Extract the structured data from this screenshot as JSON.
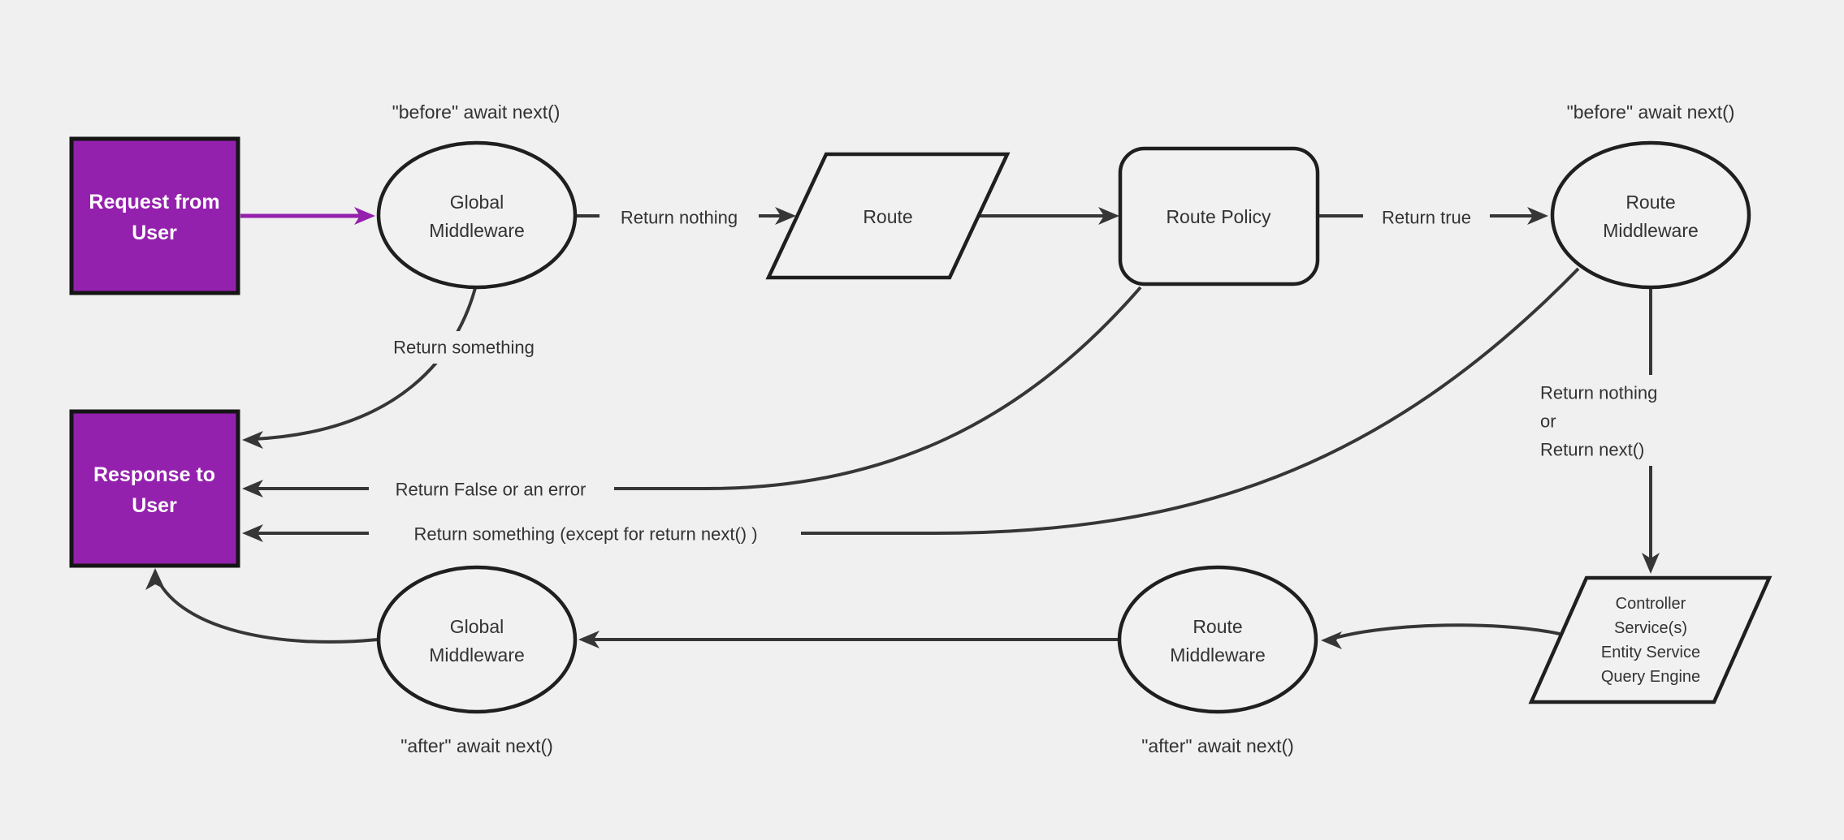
{
  "colors": {
    "background": "#f0f0f0",
    "node_fill": "#f1f1f1",
    "node_border": "#1f1f1f",
    "edge": "#363636",
    "text": "#333333",
    "accent_purple": "#9421ad",
    "node_text_light": "#ffffff"
  },
  "nodes": {
    "request": {
      "lines": [
        "Request from",
        "User"
      ]
    },
    "global_middleware_top": {
      "lines": [
        "Global",
        "Middleware"
      ]
    },
    "route": {
      "label": "Route"
    },
    "route_policy": {
      "label": "Route Policy"
    },
    "route_middleware_top": {
      "lines": [
        "Route",
        "Middleware"
      ]
    },
    "controller": {
      "lines": [
        "Controller",
        "Service(s)",
        "Entity Service",
        "Query Engine"
      ]
    },
    "route_middleware_bottom": {
      "lines": [
        "Route",
        "Middleware"
      ]
    },
    "global_middleware_bottom": {
      "lines": [
        "Global",
        "Middleware"
      ]
    },
    "response": {
      "lines": [
        "Response to",
        "User"
      ]
    }
  },
  "annotations": {
    "before_global": "\"before\" await next()",
    "before_route_mw": "\"before\" await next()",
    "after_global": "\"after\" await next()",
    "after_route_mw": "\"after\" await next()"
  },
  "edge_labels": {
    "return_nothing": "Return nothing",
    "return_true": "Return true",
    "return_something": "Return something",
    "return_false_error": "Return False or an error",
    "return_something_except": "Return something (except for return next() )",
    "return_nothing_or": {
      "lines": [
        "Return nothing",
        "or",
        "Return next()"
      ]
    }
  }
}
